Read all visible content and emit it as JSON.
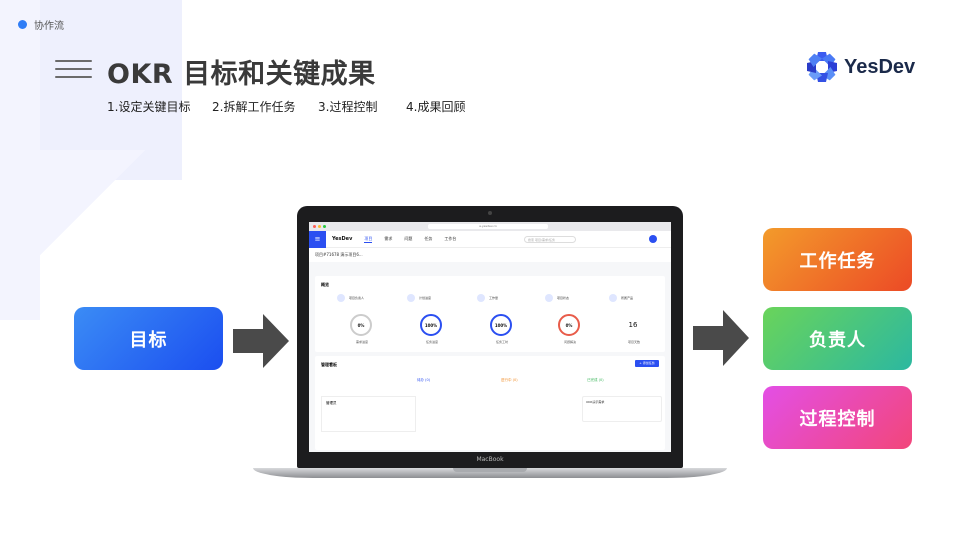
{
  "header": {
    "breadcrumb": "协作流",
    "title": "OKR 目标和关键成果",
    "steps": [
      "1.设定关键目标",
      "2.拆解工作任务",
      "3.过程控制",
      "4.成果回顾"
    ]
  },
  "logo": {
    "text": "YesDev",
    "icon": "yesdev-logo-icon"
  },
  "flow": {
    "goal": "目标",
    "outputs": [
      "工作任务",
      "负责人",
      "过程控制"
    ]
  },
  "colors": {
    "accent": "#2b4ff1",
    "goal_button": "#2a66f3",
    "task_button": "#ef6f28",
    "owner_button": "#4cc67a",
    "process_button": "#ea4bb8",
    "arrow": "#4a4a4a"
  },
  "laptop": {
    "brand": "MacBook",
    "screen": {
      "url": "a.yesdev.cn",
      "nav": {
        "logo": "YesDev",
        "items": [
          "项目",
          "需求",
          "问题",
          "任务",
          "工作台"
        ],
        "search_placeholder": "搜索 项目/需求/任务"
      },
      "project_line": "项目#71678 演示项目6...",
      "overview": {
        "title": "概览",
        "stats": [
          {
            "head": "项目负责人",
            "value": "0%",
            "label": "需求进度"
          },
          {
            "head": "计划进度",
            "value": "100%",
            "label": "任务进度"
          },
          {
            "head": "工作量",
            "value": "100%",
            "label": "任务工时"
          },
          {
            "head": "项目状态",
            "value": "0%",
            "label": "问题解决"
          },
          {
            "head": "所属产品",
            "value": "16",
            "label": "项目天数"
          }
        ]
      },
      "board": {
        "title": "管理看板",
        "add_button": "+ 添加任务",
        "columns": [
          "待办 (0)",
          "进行中 (0)",
          "已完成 (0)"
        ],
        "group_label": "管理员",
        "card_title": "OKR演示需求"
      }
    }
  }
}
